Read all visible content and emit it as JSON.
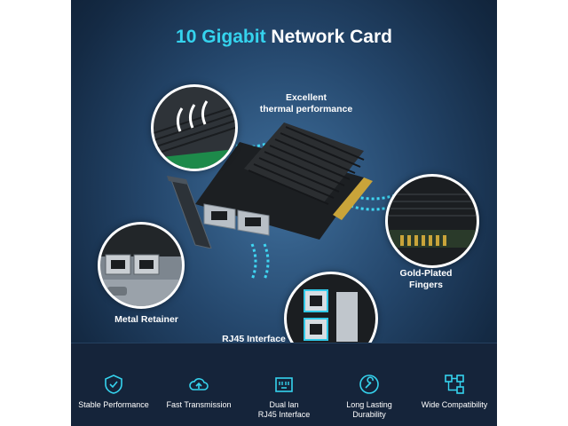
{
  "title": {
    "accent": "10 Gigabit",
    "rest": " Network Card"
  },
  "callouts": {
    "thermal": "Excellent\nthermal performance",
    "gold": "Gold-Plated\nFingers",
    "metal": "Metal Retainer",
    "rj45": "RJ45 Interface"
  },
  "features": [
    {
      "label": "Stable Performance",
      "icon": "shield-check-icon"
    },
    {
      "label": "Fast Transmission",
      "icon": "cloud-speed-icon"
    },
    {
      "label": "Dual lan\nRJ45 Interface",
      "icon": "ethernet-port-icon"
    },
    {
      "label": "Long Lasting\nDurability",
      "icon": "wrench-icon"
    },
    {
      "label": "Wide Compatibility",
      "icon": "network-nodes-icon"
    }
  ],
  "colors": {
    "accent": "#35d3ee",
    "background": "#24466b",
    "band": "#15243a",
    "gold": "#c9a43a"
  }
}
